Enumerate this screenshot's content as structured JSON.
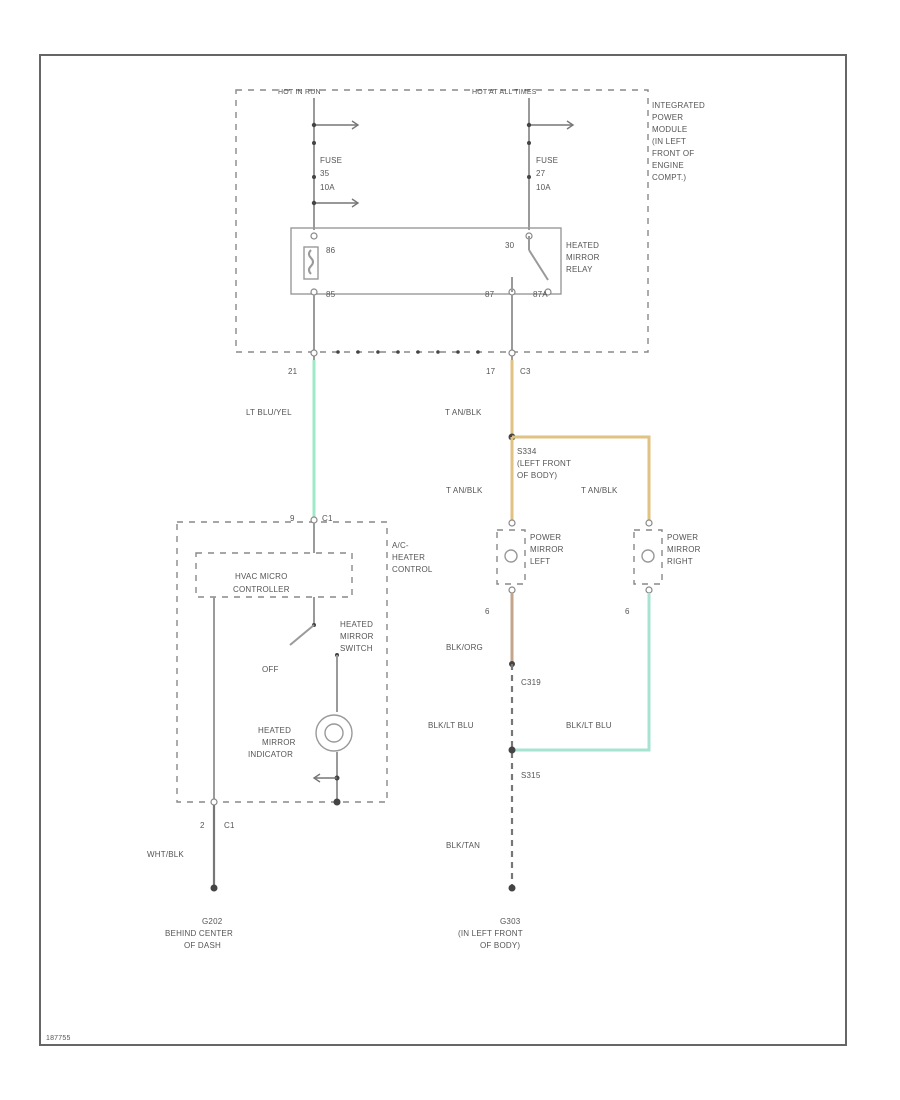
{
  "colors": {
    "lt_blu_yel": "#9fe8c8",
    "tan_blk": "#e0c283",
    "blk_org": "#c4a58c",
    "blk_lt_blu": "#a6e3d0",
    "wire_gray": "#9a9a9a"
  },
  "labels": {
    "hot_in_run": "HOT IN RUN",
    "hot_at_all_times": "HOT AT ALL TIMES",
    "module": [
      "INTEGRATED",
      "POWER",
      "MODULE",
      "(IN LEFT",
      "FRONT OF",
      "ENGINE",
      "COMPT.)"
    ],
    "fuse_left": [
      "FUSE",
      "35",
      "10A"
    ],
    "fuse_right": [
      "FUSE",
      "27",
      "10A"
    ],
    "relay_pin_86": "86",
    "relay_pin_30": "30",
    "relay_pin_85": "85",
    "relay_pin_87": "87",
    "relay_pin_87a": "87A",
    "relay_name": [
      "HEATED",
      "MIRROR",
      "RELAY"
    ],
    "conn_21": "21",
    "conn_17": "17",
    "conn_c3": "C3",
    "wire_lt_blu_yel": "LT BLU/YEL",
    "wire_tan_blk_1": "T AN/BLK",
    "splice_s334": [
      "S334",
      "(LEFT FRONT",
      "OF BODY)"
    ],
    "wire_tan_blk_2": "T AN/BLK",
    "wire_tan_blk_3": "T AN/BLK",
    "conn_c1_top": "C1",
    "conn_c1_top_pin": "9",
    "hvac_control": [
      "A/C-",
      "HEATER",
      "CONTROL"
    ],
    "hvac_micro": [
      "HVAC MICRO",
      "CONTROLLER"
    ],
    "switch_name": [
      "HEATED",
      "MIRROR",
      "SWITCH"
    ],
    "switch_off": "OFF",
    "indicator_name": [
      "HEATED",
      "MIRROR",
      "INDICATOR"
    ],
    "mirror_left": [
      "POWER",
      "MIRROR",
      "LEFT"
    ],
    "mirror_right": [
      "POWER",
      "MIRROR",
      "RIGHT"
    ],
    "pin_left_6": "6",
    "pin_right_6": "6",
    "wire_blk_org": "BLK/ORG",
    "c319": "C319",
    "wire_blk_lt_blu_1": "BLK/LT BLU",
    "wire_blk_lt_blu_2": "BLK/LT BLU",
    "s315": "S315",
    "wire_blk_tan": "BLK/TAN",
    "pin_2": "2",
    "conn_c1_bottom": "C1",
    "wire_wht_blk": "WHT/BLK",
    "g202": [
      "G202",
      "BEHIND CENTER",
      "OF DASH"
    ],
    "g303": [
      "G303",
      "(IN LEFT FRONT",
      "OF BODY)"
    ],
    "corner_id": "187755"
  }
}
